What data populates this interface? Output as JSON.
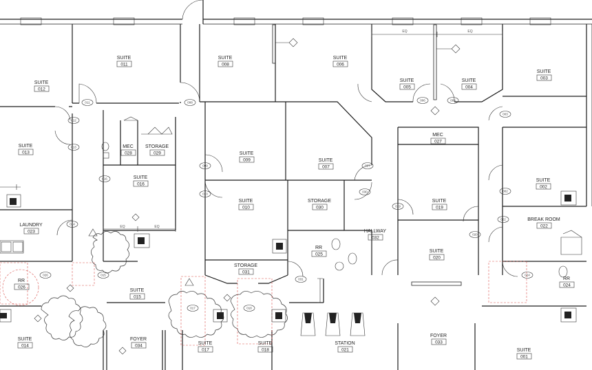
{
  "rooms": [
    {
      "name": "SUITE",
      "num": "011"
    },
    {
      "name": "SUITE",
      "num": "008"
    },
    {
      "name": "SUITE",
      "num": "006"
    },
    {
      "name": "SUITE",
      "num": "003"
    },
    {
      "name": "SUITE",
      "num": "005"
    },
    {
      "name": "SUITE",
      "num": "004"
    },
    {
      "name": "SUITE",
      "num": "012"
    },
    {
      "name": "SUITE",
      "num": "013"
    },
    {
      "name": "MEC",
      "num": "028"
    },
    {
      "name": "STORAGE",
      "num": "029"
    },
    {
      "name": "SUITE",
      "num": "016"
    },
    {
      "name": "SUITE",
      "num": "009"
    },
    {
      "name": "SUITE",
      "num": "007"
    },
    {
      "name": "MEC",
      "num": "027"
    },
    {
      "name": "SUITE",
      "num": "002"
    },
    {
      "name": "SUITE",
      "num": "010"
    },
    {
      "name": "STORAGE",
      "num": "030"
    },
    {
      "name": "SUITE",
      "num": "019"
    },
    {
      "name": "BREAK ROOM",
      "num": "022"
    },
    {
      "name": "LAUNDRY",
      "num": "023"
    },
    {
      "name": "RR",
      "num": "025"
    },
    {
      "name": "HALLWAY",
      "num": "032"
    },
    {
      "name": "SUITE",
      "num": "020"
    },
    {
      "name": "STORAGE",
      "num": "031"
    },
    {
      "name": "RR",
      "num": "026"
    },
    {
      "name": "SUITE",
      "num": "015"
    },
    {
      "name": "RR",
      "num": "024"
    },
    {
      "name": "SUITE",
      "num": "014"
    },
    {
      "name": "FOYER",
      "num": "034"
    },
    {
      "name": "SUITE",
      "num": "017"
    },
    {
      "name": "SUITE",
      "num": "018"
    },
    {
      "name": "STATION",
      "num": "021"
    },
    {
      "name": "FOYER",
      "num": "033"
    },
    {
      "name": "SUITE",
      "num": "001"
    }
  ],
  "door_tags": [
    "011",
    "008",
    "006",
    "004",
    "003",
    "012",
    "013",
    "016",
    "009",
    "027",
    "002",
    "010",
    "030",
    "019",
    "022",
    "020",
    "031",
    "026",
    "015",
    "024",
    "017",
    "018",
    "014"
  ],
  "dimensions": {
    "eq": "EQ"
  },
  "colors": {
    "line": "#1a1a1a",
    "revision": "#d9534f",
    "background": "#ffffff"
  }
}
